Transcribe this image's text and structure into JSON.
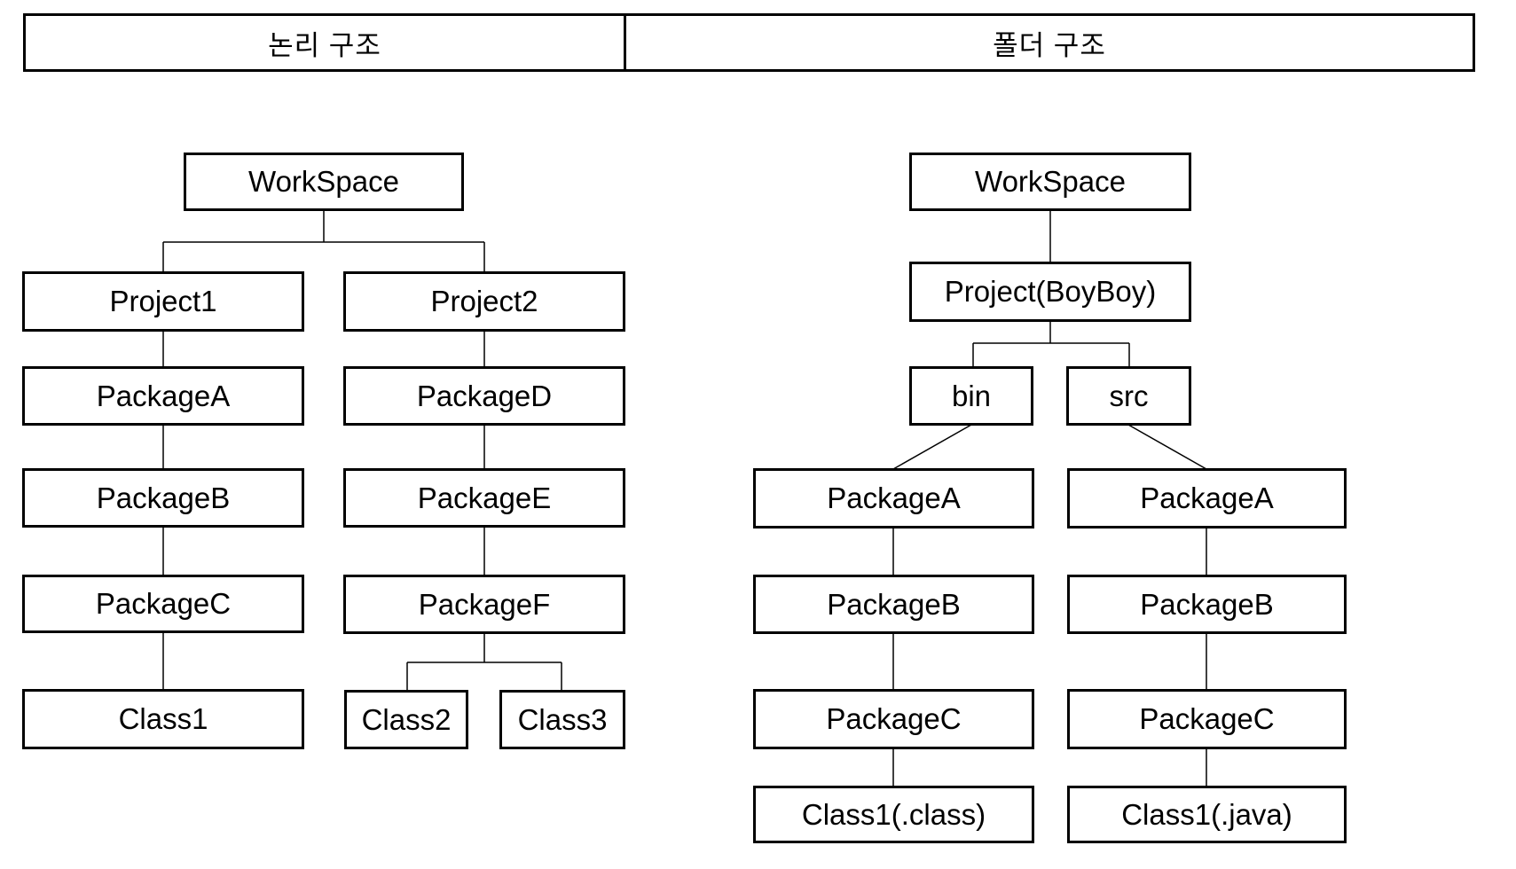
{
  "header": {
    "logical_title": "논리 구조",
    "folder_title": "폴더 구조"
  },
  "logical": {
    "workspace": "WorkSpace",
    "project1": "Project1",
    "project2": "Project2",
    "packageA": "PackageA",
    "packageB": "PackageB",
    "packageC": "PackageC",
    "packageD": "PackageD",
    "packageE": "PackageE",
    "packageF": "PackageF",
    "class1": "Class1",
    "class2": "Class2",
    "class3": "Class3"
  },
  "folder": {
    "workspace": "WorkSpace",
    "project": "Project(BoyBoy)",
    "bin": "bin",
    "src": "src",
    "bin_packageA": "PackageA",
    "bin_packageB": "PackageB",
    "bin_packageC": "PackageC",
    "bin_class": "Class1(.class)",
    "src_packageA": "PackageA",
    "src_packageB": "PackageB",
    "src_packageC": "PackageC",
    "src_class": "Class1(.java)"
  }
}
